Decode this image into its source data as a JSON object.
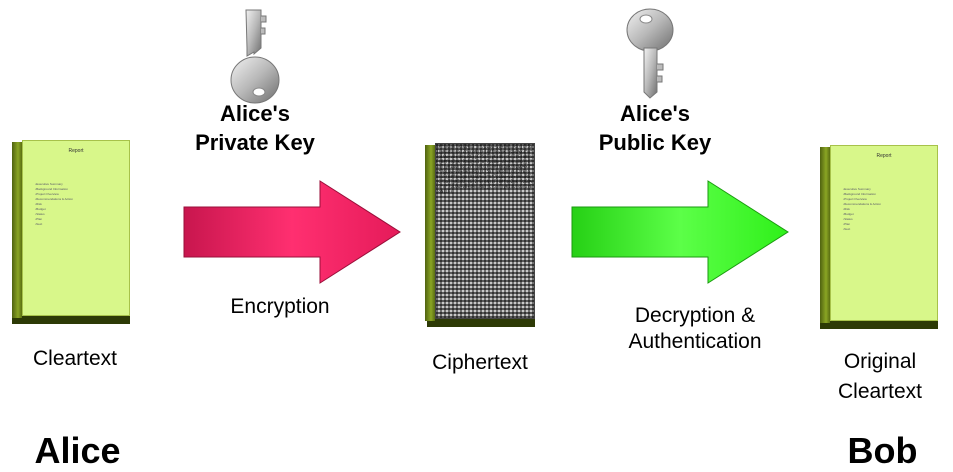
{
  "keys": {
    "private": {
      "line1": "Alice's",
      "line2": "Private Key"
    },
    "public": {
      "line1": "Alice's",
      "line2": "Public Key"
    }
  },
  "arrows": {
    "encrypt": {
      "label": "Encryption",
      "color": "#e51b5a"
    },
    "decrypt": {
      "line1": "Decryption &",
      "line2": "Authentication",
      "color": "#2ff01a"
    }
  },
  "documents": {
    "cleartext": {
      "caption": "Cleartext",
      "title": "Report",
      "items": [
        "Executive Summary",
        "Background Information",
        "Project Overview",
        "Recommendations & Action",
        "Risk",
        "Budget",
        "Status",
        "Plan",
        "Next"
      ]
    },
    "ciphertext": {
      "caption": "Ciphertext",
      "text": "8#f$e2@k!9z&Q%x3^m*7pL0w~vB+4Hn=R6}jC?5aT]yK1dU|sG[2rE(oN)iF{8#f$e2@k!9z&Q%x3^m*7pL0w~vB+4Hn=R6}jC?5aT]yK1dU|sG[2rE(oN)iF{8#f$e2@k!9z&Q%x3^m*7pL0w~vB+4Hn=R6}jC?5aT]yK1dU|sG[2rE(oN)iF{8#f$e2@k!9z&Q%x3^m*7pL0w~vB+4Hn=R6}jC?5aT]yK1dU|sG[2rE(oN)iF{8#f$e2@k!9z&Q%x3^m*7pL0w~vB+4Hn=R6}jC?5aT]yK1dU|sG[2rE(oN)iF{8#f$e2@k!9z&Q%x3^m*7pL0w~vB+4Hn=R6}jC?5aT]yK1dU|sG[2rE(oN)iF{"
    },
    "original": {
      "caption_line1": "Original",
      "caption_line2": "Cleartext",
      "title": "Report",
      "items": [
        "Executive Summary",
        "Background Information",
        "Project Overview",
        "Recommendations & Action",
        "Risk",
        "Budget",
        "Status",
        "Plan",
        "Next"
      ]
    }
  },
  "parties": {
    "sender": "Alice",
    "receiver": "Bob"
  },
  "colors": {
    "page": "#d8f78a",
    "key": "#bdbdbd"
  }
}
